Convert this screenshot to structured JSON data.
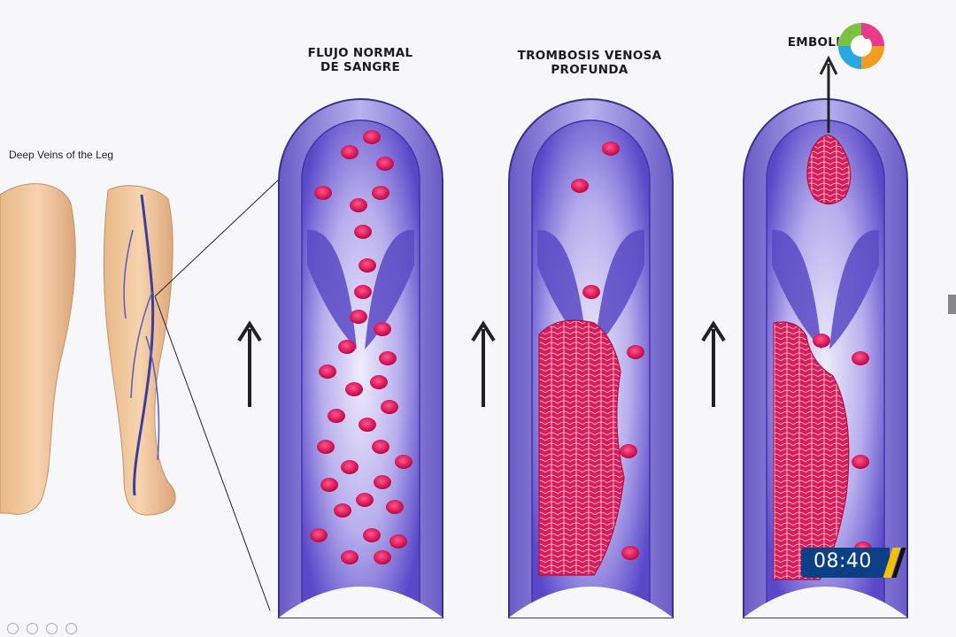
{
  "figure": {
    "leg_caption": "Deep Veins of the Leg",
    "panels": [
      {
        "title_line1": "FLUJO NORMAL",
        "title_line2": "DE SANGRE"
      },
      {
        "title_line1": "TROMBOSIS VENOSA",
        "title_line2": "PROFUNDA"
      },
      {
        "title_line1": "EMBOLIA",
        "title_line2": ""
      }
    ]
  },
  "overlay": {
    "clock_time": "08:40"
  },
  "colors": {
    "vein_wall": "#7d6fd0",
    "vein_inner": "#c9c2ee",
    "lumen": "#9a8fe0",
    "blood_cell": "#e0245e",
    "clot": "#d81d5a",
    "clock_bg": "#0b3f86",
    "clock_accent": "#f2c200"
  }
}
